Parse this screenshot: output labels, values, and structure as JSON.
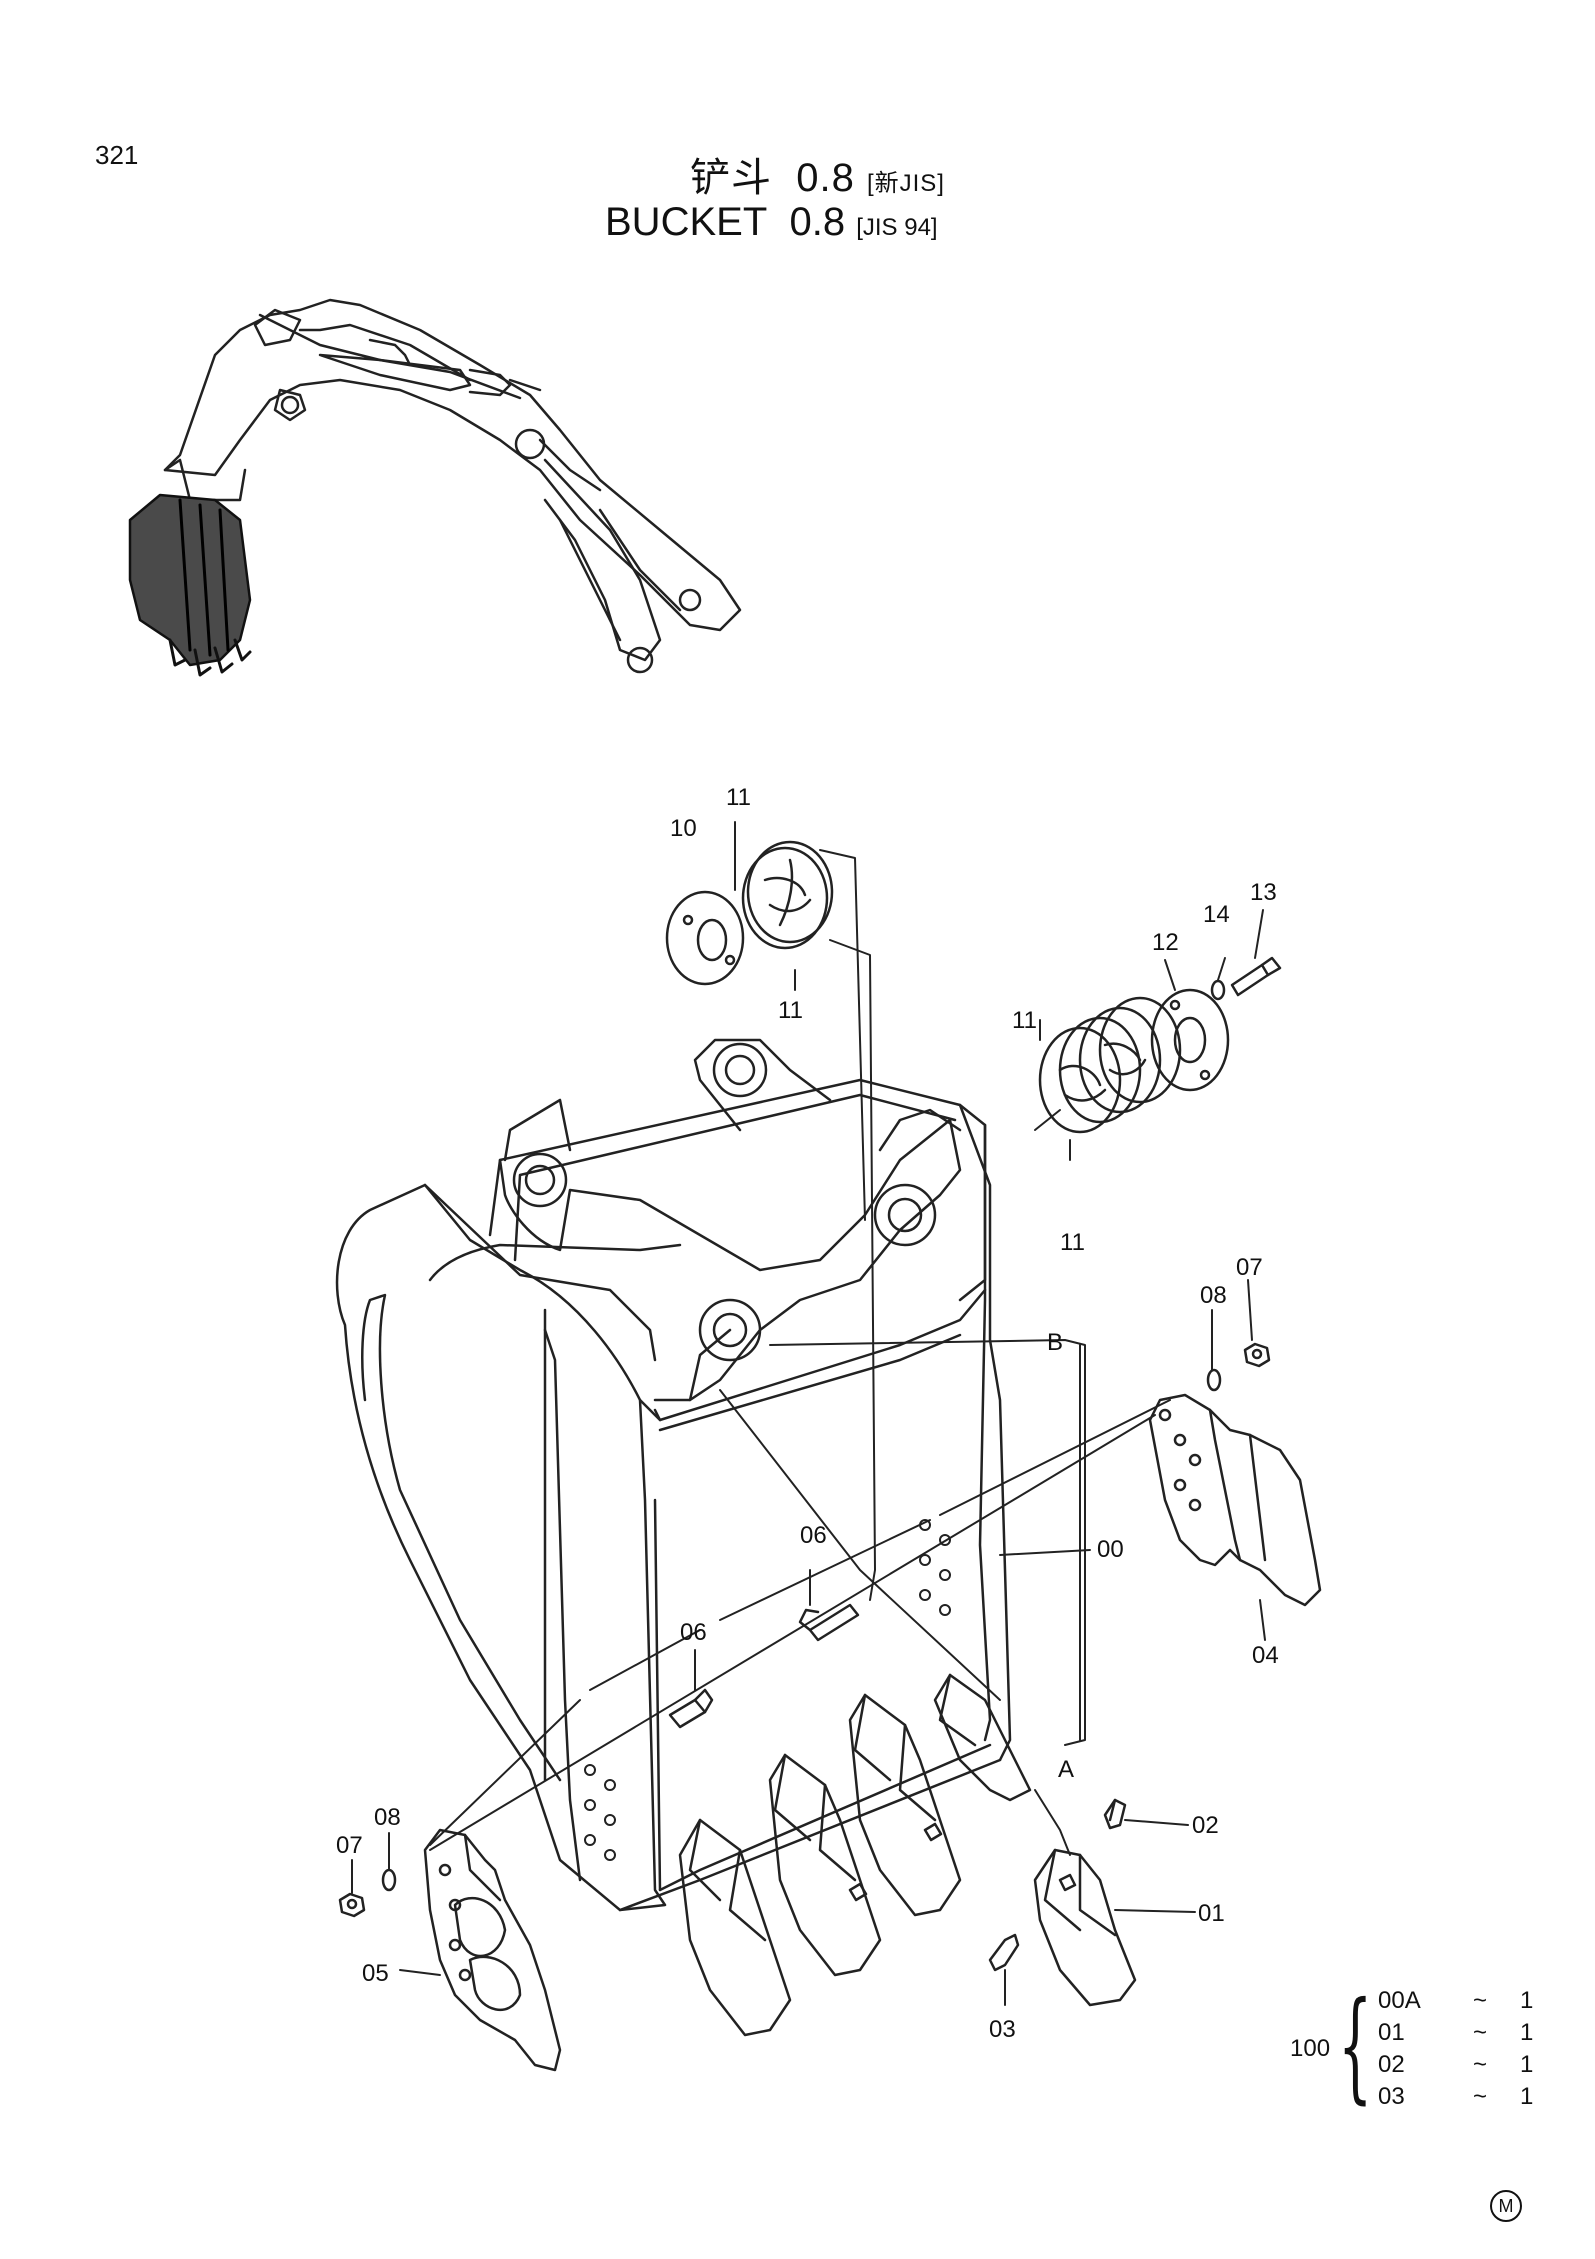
{
  "page_number": "321",
  "title": {
    "cn_name": "铲斗",
    "cn_size": "0.8",
    "cn_std": "[新JIS]",
    "en_name": "BUCKET",
    "en_size": "0.8",
    "en_std": "[JIS 94]"
  },
  "callouts": {
    "c00": "00",
    "c01": "01",
    "c02": "02",
    "c03": "03",
    "c04": "04",
    "c05": "05",
    "c06a": "06",
    "c06b": "06",
    "c07a": "07",
    "c07b": "07",
    "c08a": "08",
    "c08b": "08",
    "c10": "10",
    "c11a": "11",
    "c11b": "11",
    "c11c": "11",
    "c11d": "11",
    "c12": "12",
    "c13": "13",
    "c14": "14",
    "ref_a": "A",
    "ref_b": "B"
  },
  "kit": {
    "prefix": "100",
    "rows": [
      {
        "code": "00A",
        "sep": "~",
        "qty": "1"
      },
      {
        "code": "01",
        "sep": "~",
        "qty": "1"
      },
      {
        "code": "02",
        "sep": "~",
        "qty": "1"
      },
      {
        "code": "03",
        "sep": "~",
        "qty": "1"
      }
    ]
  },
  "corner_mark": "M"
}
